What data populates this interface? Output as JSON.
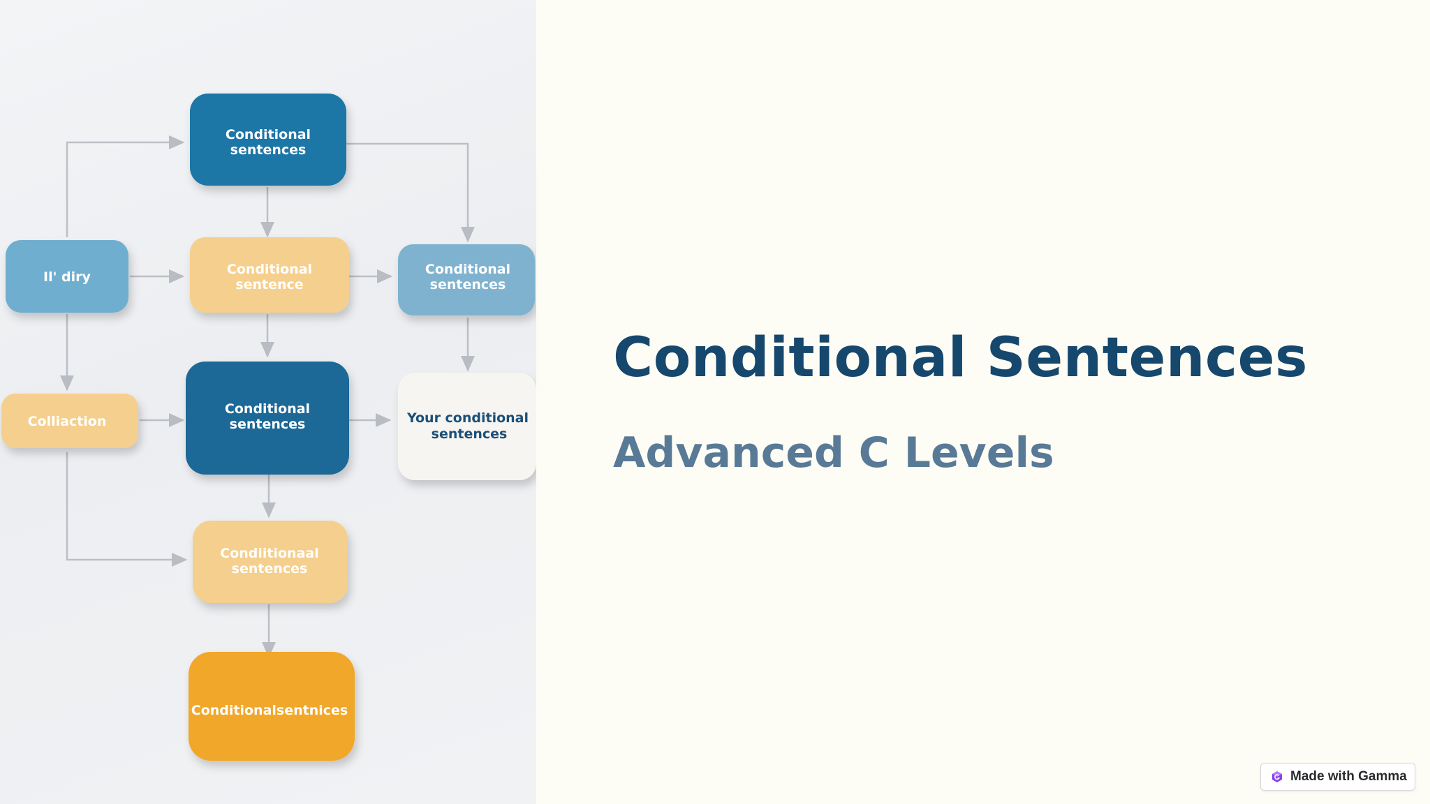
{
  "slide": {
    "title": "Conditional Sentences",
    "subtitle": "Advanced C Levels"
  },
  "illustration": {
    "boxes": [
      {
        "id": "top",
        "lines": [
          "Conditional",
          "sentences"
        ],
        "color": "#1c76a6"
      },
      {
        "id": "left-1",
        "lines": [
          "Il' diry"
        ],
        "color": "#6faed0"
      },
      {
        "id": "middle-1",
        "lines": [
          "Conditional",
          "sentence"
        ],
        "color": "#f5cf8d"
      },
      {
        "id": "right-1",
        "lines": [
          "Conditional",
          "sentences"
        ],
        "color": "#7fb2cf"
      },
      {
        "id": "left-2",
        "lines": [
          "Colliaction"
        ],
        "color": "#f5cf8d"
      },
      {
        "id": "middle-2",
        "lines": [
          "Conditional",
          "sentences"
        ],
        "color": "#1b6796"
      },
      {
        "id": "right-2",
        "lines": [
          "Your conditional",
          "sentences"
        ],
        "color": "#f6f5f2"
      },
      {
        "id": "middle-3",
        "lines": [
          "Condiitionaal",
          "sentences"
        ],
        "color": "#f5cf8d"
      },
      {
        "id": "bottom",
        "lines": [
          "Conditionalsentnices"
        ],
        "color": "#f0a72c"
      }
    ]
  },
  "badge": {
    "label": "Made with Gamma",
    "icon": "gamma-logo-icon",
    "color": "#8a3ff0"
  }
}
